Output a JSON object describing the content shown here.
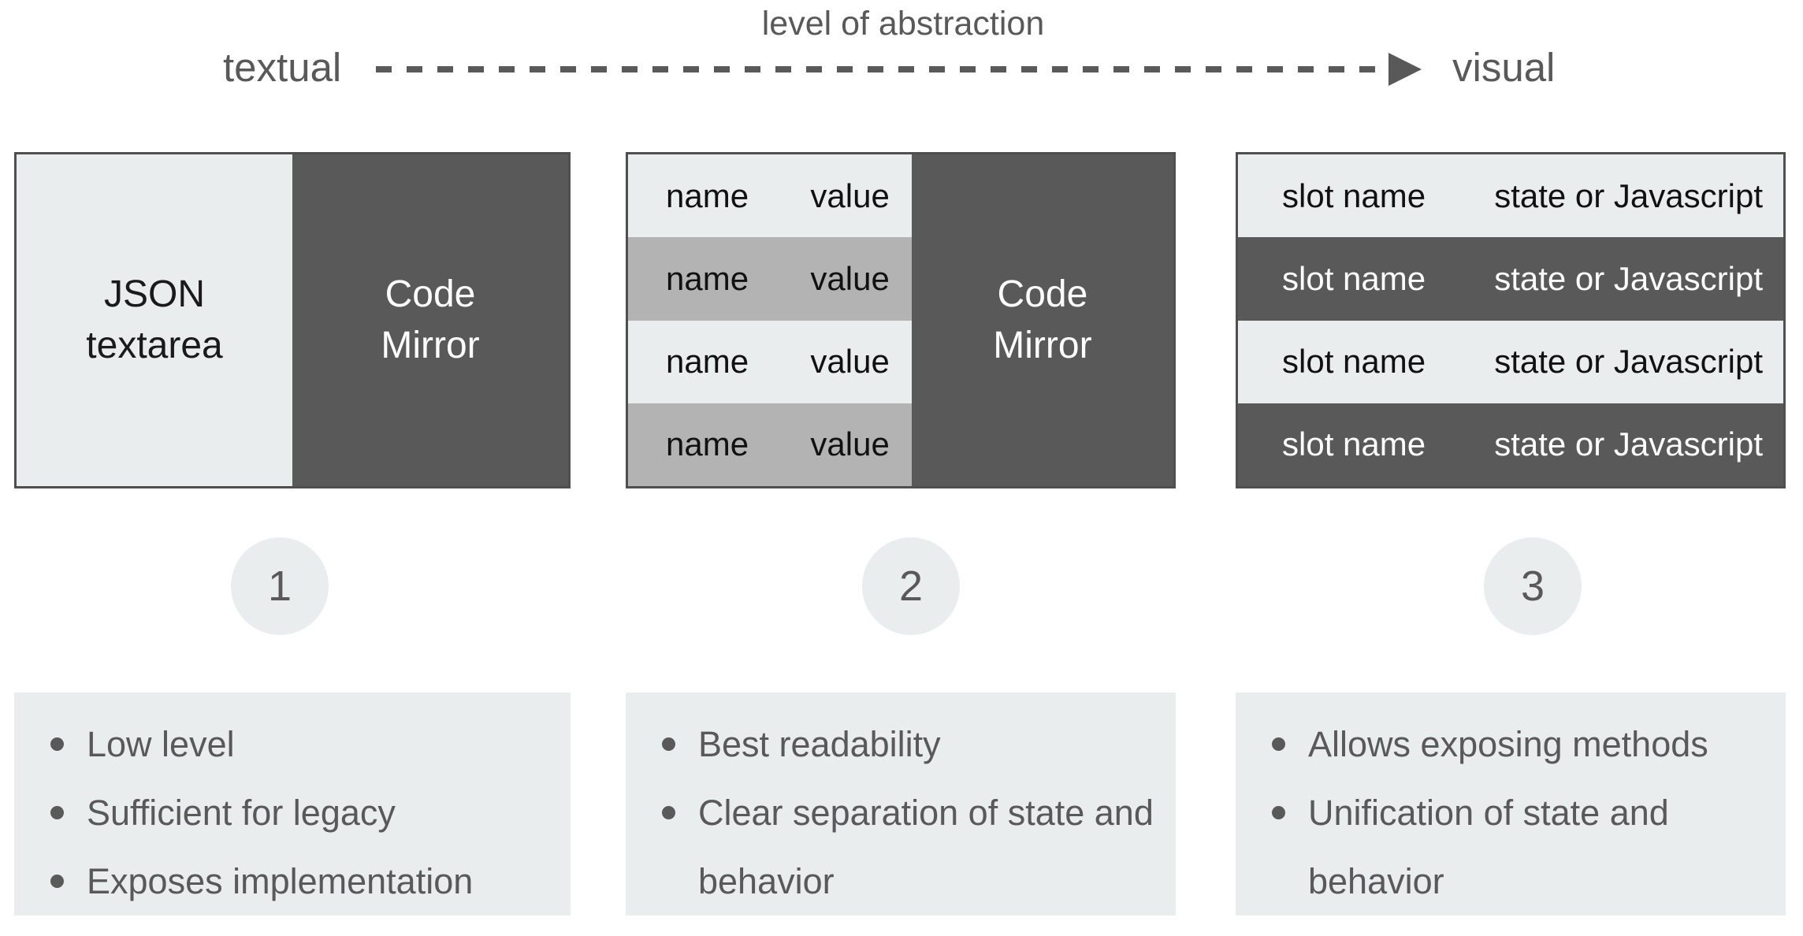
{
  "header": {
    "left_label": "textual",
    "axis_label": "level of abstraction",
    "right_label": "visual"
  },
  "stages": [
    {
      "number": "1",
      "panel": {
        "left_label": "JSON textarea",
        "right_label": "Code Mirror"
      },
      "bullets": [
        "Low level",
        "Sufficient for legacy",
        "Exposes implementation"
      ]
    },
    {
      "number": "2",
      "panel": {
        "rows": [
          {
            "name": "name",
            "value": "value"
          },
          {
            "name": "name",
            "value": "value"
          },
          {
            "name": "name",
            "value": "value"
          },
          {
            "name": "name",
            "value": "value"
          }
        ],
        "right_label": "Code Mirror"
      },
      "bullets": [
        "Best readability",
        "Clear separation of state and behavior"
      ]
    },
    {
      "number": "3",
      "panel": {
        "rows": [
          {
            "name": "slot name",
            "value": "state or Javascript"
          },
          {
            "name": "slot name",
            "value": "state or Javascript"
          },
          {
            "name": "slot name",
            "value": "state or Javascript"
          },
          {
            "name": "slot name",
            "value": "state or Javascript"
          }
        ]
      },
      "bullets": [
        "Allows exposing methods",
        "Unification of state and behavior"
      ]
    }
  ],
  "colors": {
    "light_gray": "#e9edee",
    "medium_gray": "#b3b3b3",
    "dark_gray": "#595959",
    "border": "#4f4f4f",
    "annotation_text": "#595959"
  }
}
